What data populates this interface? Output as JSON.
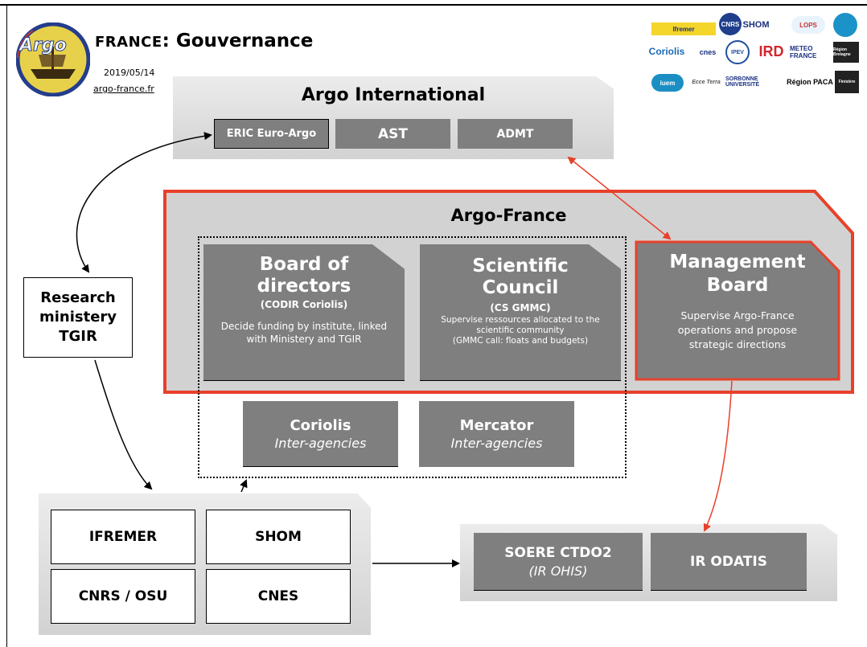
{
  "header": {
    "logo_text": "Argo",
    "title_prefix": "FRANCE",
    "title_suffix": ": Gouvernance",
    "date": "2019/05/14",
    "link": "argo-france.fr"
  },
  "partner_logos": [
    "Ifremer",
    "CNRS",
    "SHOM",
    "LOPS",
    "Coriolis",
    "cnes",
    "IPEV",
    "IRD",
    "METEO FRANCE",
    "Région Bretagne",
    "iuem",
    "Ecce Terra",
    "SORBONNE UNIVERSITÉ",
    "Région PACA",
    "Finistère"
  ],
  "argo_international": {
    "title": "Argo International",
    "items": [
      "ERIC Euro-Argo",
      "AST",
      "ADMT"
    ]
  },
  "argo_france": {
    "title": "Argo-France",
    "board_of_directors": {
      "title": "Board of directors",
      "subtitle": "(CODIR Coriolis)",
      "desc": "Decide funding by institute, linked with Ministery and TGIR"
    },
    "scientific_council": {
      "title": "Scientific Council",
      "subtitle": "(CS GMMC)",
      "desc_line1": "Supervise ressources allocated to the scientific community",
      "desc_line2": "(GMMC call: floats and budgets)"
    },
    "management_board": {
      "title": "Management Board",
      "desc": "Supervise Argo-France operations and propose strategic directions"
    }
  },
  "coriolis": {
    "title": "Coriolis",
    "subtitle": "Inter-agencies"
  },
  "mercator": {
    "title": "Mercator",
    "subtitle": "Inter-agencies"
  },
  "research_ministry": {
    "label": "Research ministery TGIR"
  },
  "institutes": [
    "IFREMER",
    "SHOM",
    "CNRS / OSU",
    "CNES"
  ],
  "infrastructures": {
    "soere": {
      "title": "SOERE CTDO2",
      "subtitle": "(IR OHIS)"
    },
    "odatis": {
      "title": "IR ODATIS"
    }
  },
  "colors": {
    "accent_red": "#e8402a",
    "box_gray": "#7f7f7f",
    "panel_gray": "#d4d4d4"
  }
}
